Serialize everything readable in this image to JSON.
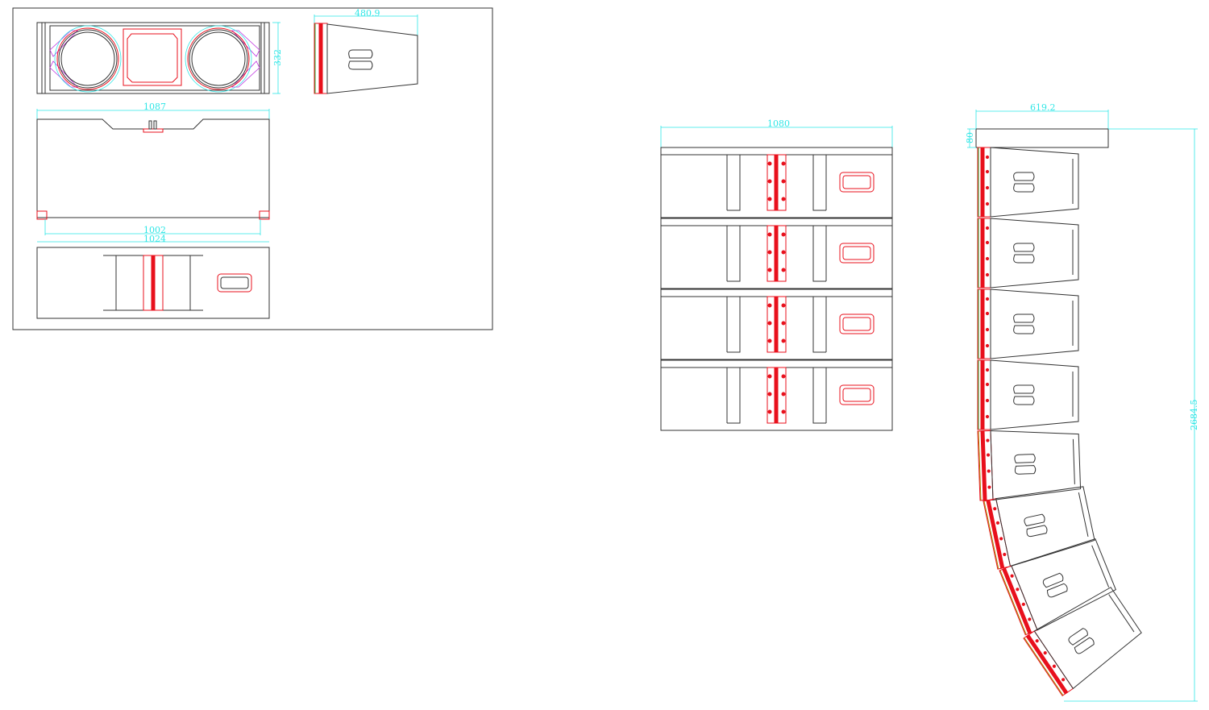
{
  "drawing": {
    "dimensions": {
      "side_depth": "480.9",
      "front_height": "332",
      "top_width": "1087",
      "inner_width_a": "1002",
      "inner_width_b": "1024",
      "stack_width": "1080",
      "array_depth": "619.2",
      "frame_height": "80",
      "array_height": "2684.5"
    },
    "array_cabinet_count": 8,
    "stack_cabinet_count": 4,
    "colors": {
      "outline": "#333333",
      "rigging": "#e8101c",
      "dimension": "#2ee6e6",
      "accent": "#c030e0"
    }
  }
}
